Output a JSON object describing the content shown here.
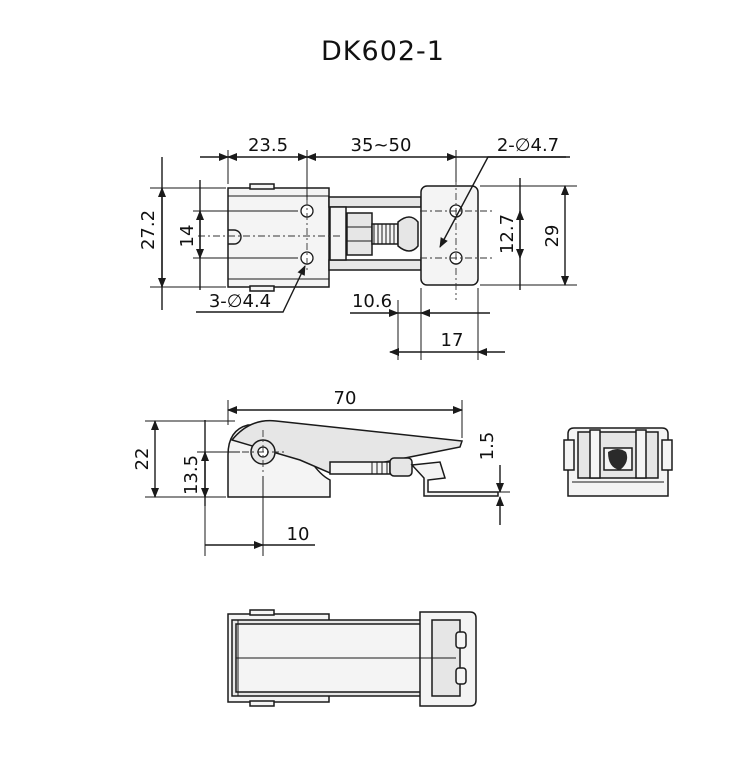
{
  "title": "DK602-1",
  "top_view": {
    "dim_left_width": "23.5",
    "dim_span": "35~50",
    "dim_holes_right": "2-∅4.7",
    "dim_height_left": "27.2",
    "dim_hole_spacing_left": "14",
    "dim_hole_spacing_right": "12.7",
    "dim_height_right": "29",
    "dim_holes_left": "3-∅4.4",
    "dim_keeper_offset": "10.6",
    "dim_keeper_width": "17"
  },
  "side_view": {
    "dim_length": "70",
    "dim_height": "22",
    "dim_pivot_height": "13.5",
    "dim_hook_thickness": "1.5",
    "dim_pivot_offset": "10"
  },
  "colors": {
    "line": "#1a1a1a",
    "fill": "#f4f4f4",
    "text": "#111111"
  }
}
